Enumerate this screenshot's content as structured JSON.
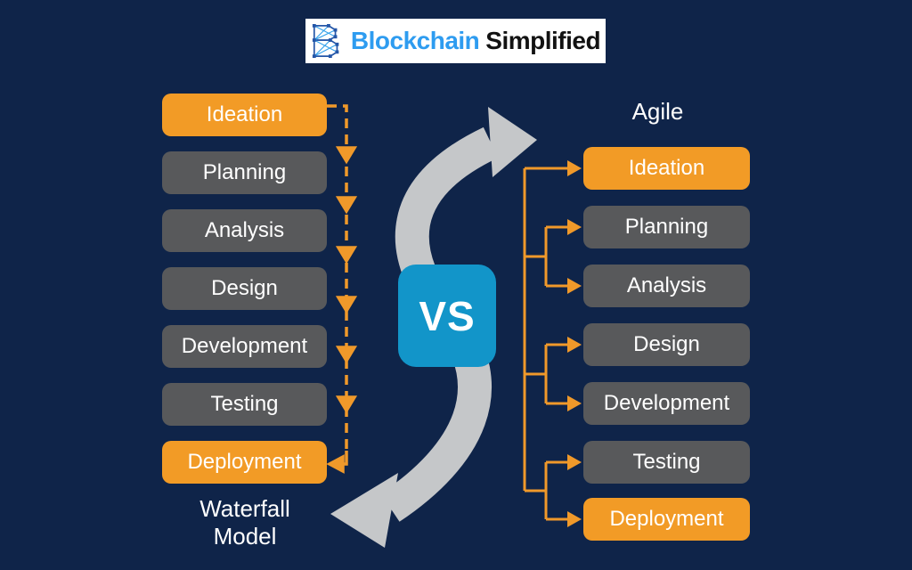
{
  "brand": {
    "icon": "blockchain-b-icon",
    "title_primary": "Blockchain",
    "title_secondary": "Simplified"
  },
  "versus": {
    "label": "VS"
  },
  "waterfall": {
    "caption_line1": "Waterfall",
    "caption_line2": "Model",
    "flow_style": "sequential-dashed-arrows",
    "steps": [
      {
        "label": "Ideation",
        "highlighted": true
      },
      {
        "label": "Planning",
        "highlighted": false
      },
      {
        "label": "Analysis",
        "highlighted": false
      },
      {
        "label": "Design",
        "highlighted": false
      },
      {
        "label": "Development",
        "highlighted": false
      },
      {
        "label": "Testing",
        "highlighted": false
      },
      {
        "label": "Deployment",
        "highlighted": true
      }
    ]
  },
  "agile": {
    "caption": "Agile",
    "flow_style": "branching-tree-arrows",
    "steps": [
      {
        "label": "Ideation",
        "highlighted": true
      },
      {
        "label": "Planning",
        "highlighted": false
      },
      {
        "label": "Analysis",
        "highlighted": false
      },
      {
        "label": "Design",
        "highlighted": false
      },
      {
        "label": "Development",
        "highlighted": false
      },
      {
        "label": "Testing",
        "highlighted": false
      },
      {
        "label": "Deployment",
        "highlighted": true
      }
    ]
  },
  "colors": {
    "background": "#0F2449",
    "step_highlight": "#F29B26",
    "step_default": "#58595B",
    "connector_orange": "#F0992A",
    "vs_background": "#1295C9",
    "curve_arrow_gray": "#C5C7C9",
    "logo_blue": "#2E9CF0",
    "logo_dark": "#121212",
    "text": "#FFFFFF"
  }
}
